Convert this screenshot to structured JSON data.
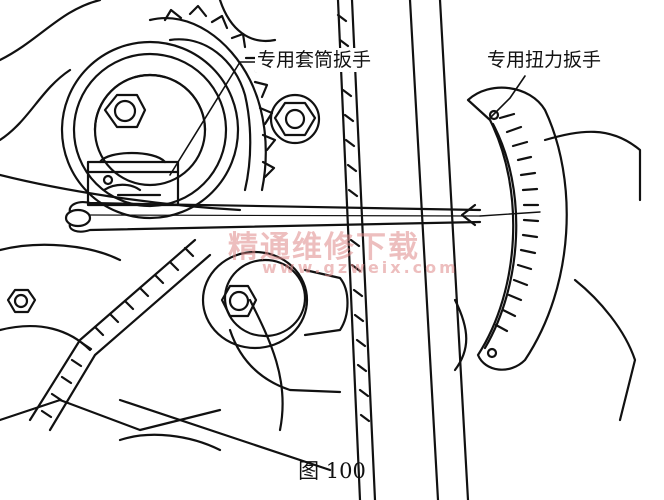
{
  "labels": {
    "socket_wrench": "专用套筒扳手",
    "torque_wrench": "专用扭力扳手"
  },
  "watermark": {
    "text": "精通维修下载",
    "url": "www.gzweix.com",
    "color": "#e08a8a"
  },
  "caption": "图 100",
  "colors": {
    "line": "#111111",
    "background": "#ffffff"
  }
}
